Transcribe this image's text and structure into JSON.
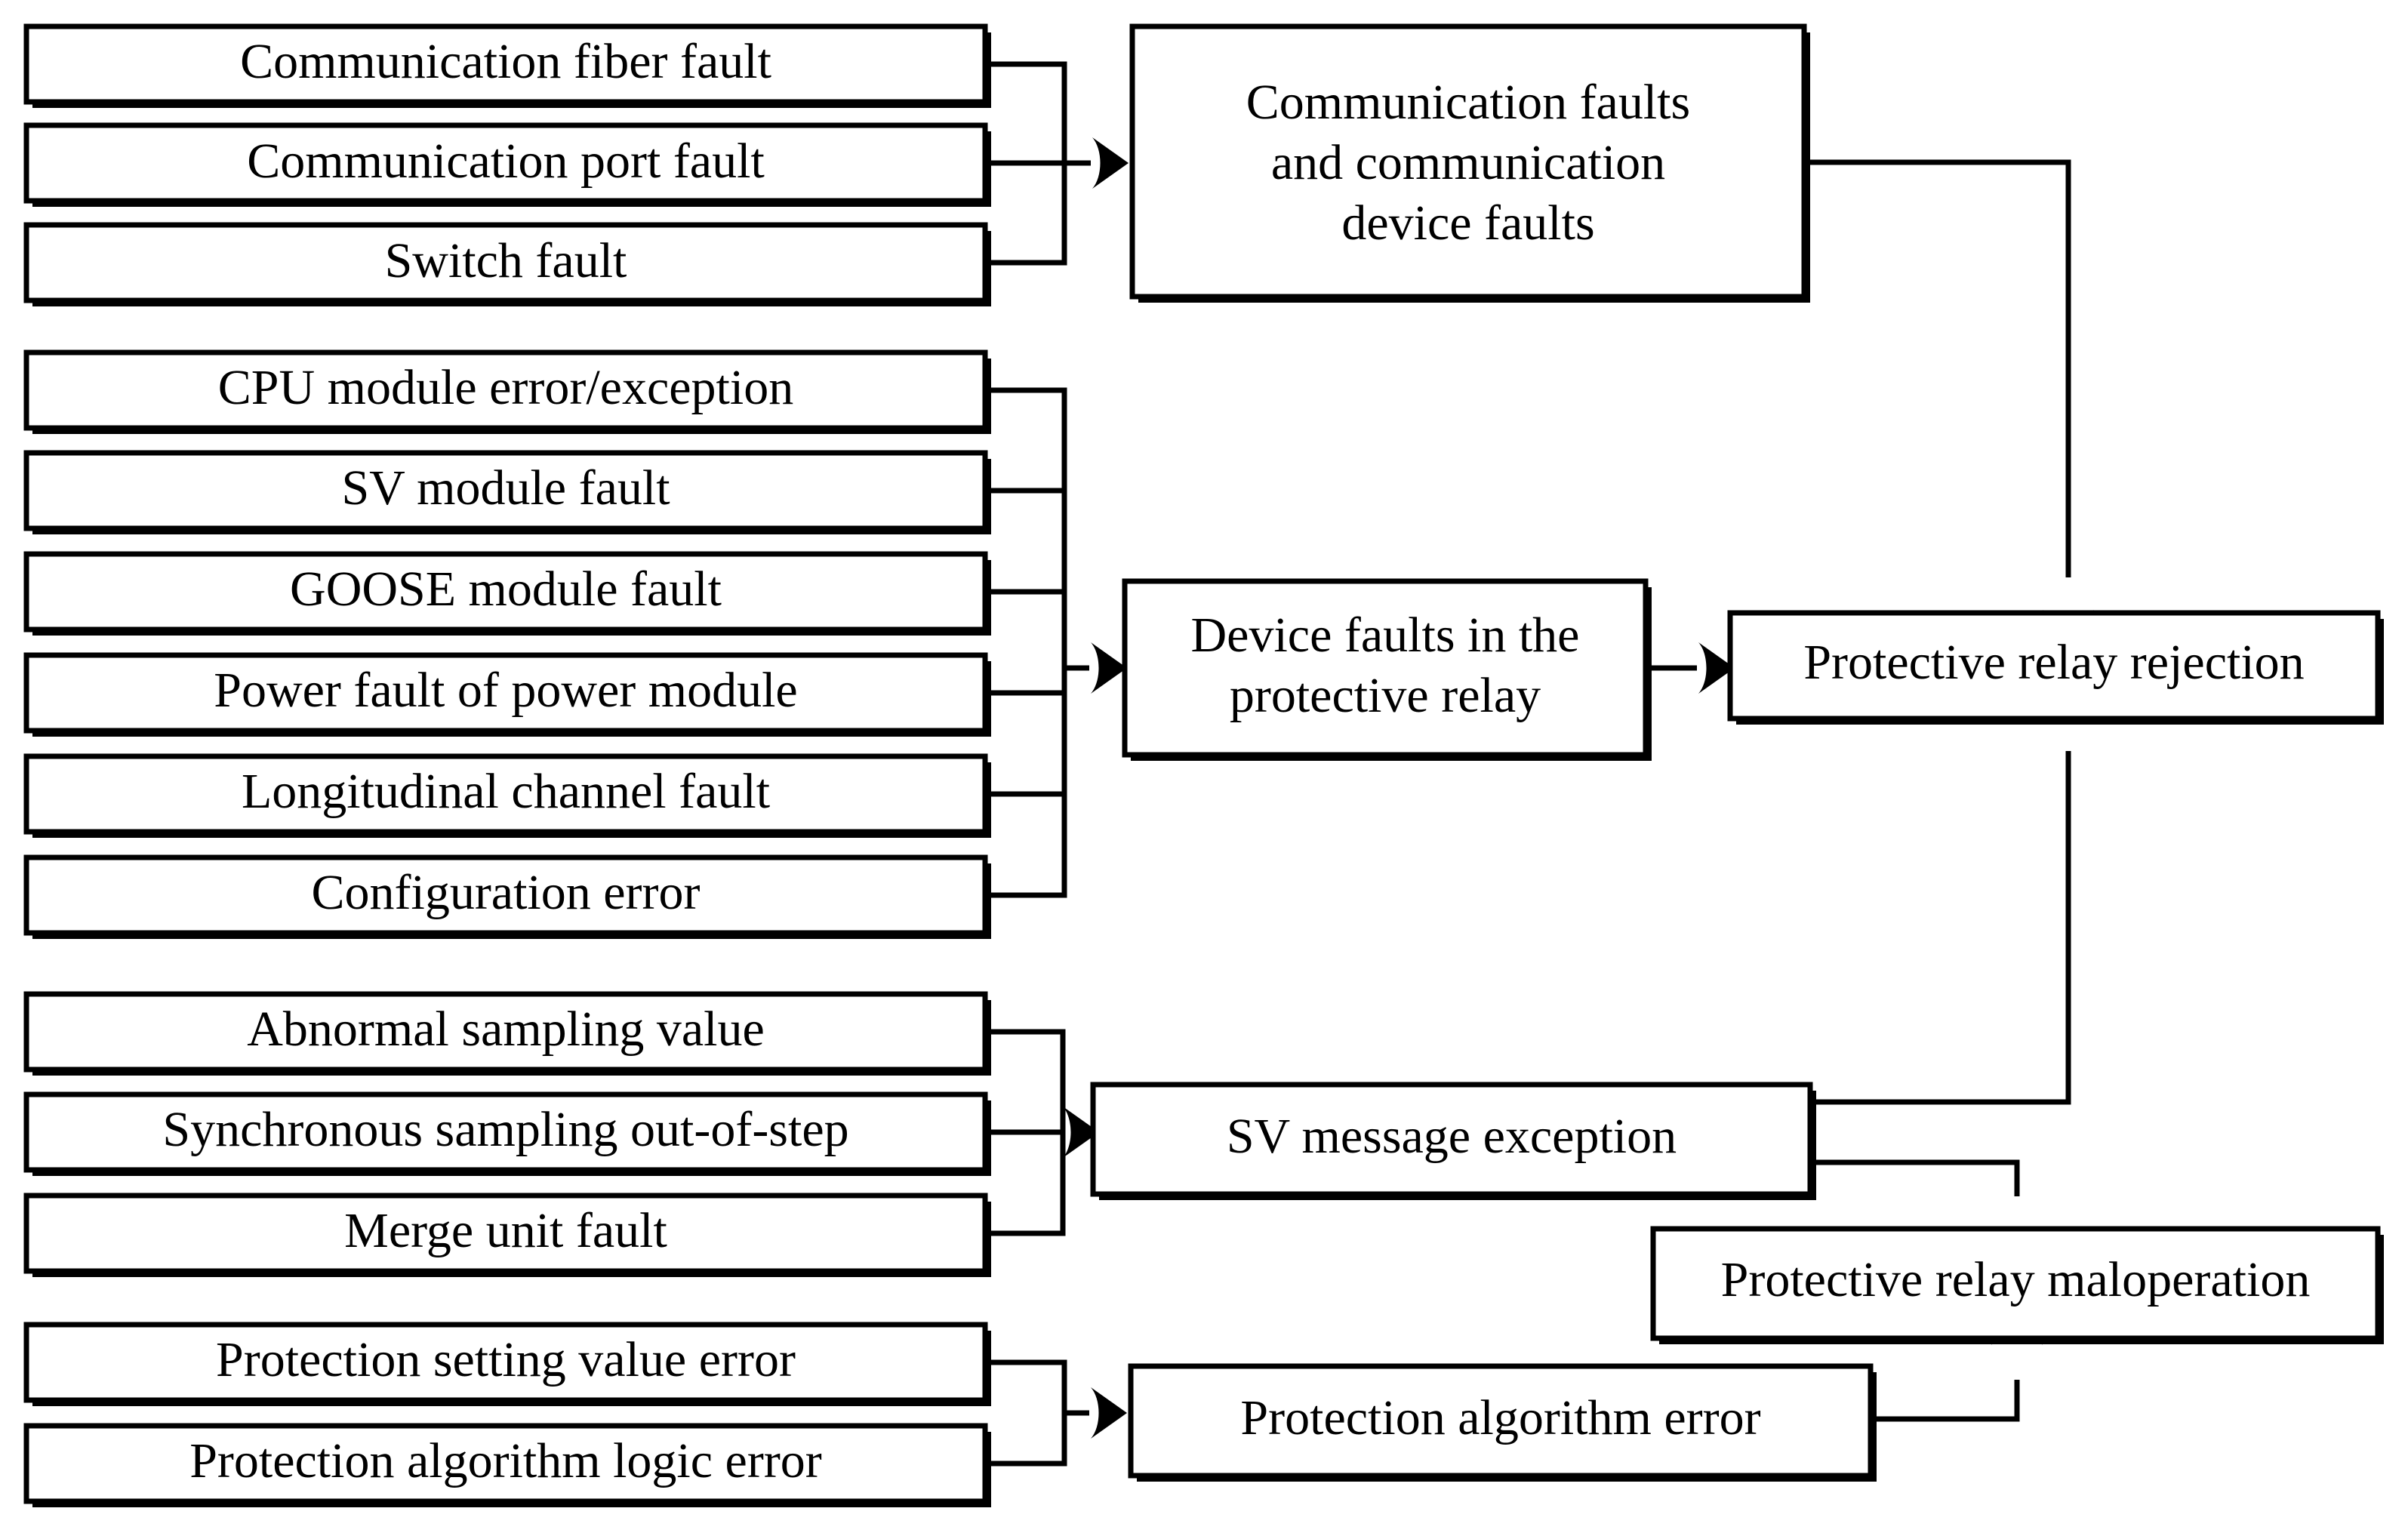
{
  "diagram": {
    "title": "Protective relay fault cause-and-effect flowchart",
    "type": "flowchart",
    "background_color": "#ffffff",
    "line_color": "#000000",
    "box_fill_color": "#ffffff",
    "groups": [
      {
        "id": "group-communication",
        "causes": [
          "Communication fiber fault",
          "Communication port fault",
          "Switch fault"
        ],
        "aggregate": "Communication faults and communication device faults",
        "aggregate_lines": [
          "Communication faults",
          "and communication",
          "device faults"
        ]
      },
      {
        "id": "group-device",
        "causes": [
          "CPU module error/exception",
          "SV module fault",
          "GOOSE module fault",
          "Power fault of power module",
          "Longitudinal channel fault",
          "Configuration error"
        ],
        "aggregate": "Device faults in the protective relay",
        "aggregate_lines": [
          "Device faults in the",
          "protective relay"
        ]
      },
      {
        "id": "group-sv",
        "causes": [
          "Abnormal sampling value",
          "Synchronous sampling out-of-step",
          "Merge unit fault"
        ],
        "aggregate": "SV message exception",
        "aggregate_lines": [
          "SV message exception"
        ]
      },
      {
        "id": "group-algorithm",
        "causes": [
          "Protection setting value error",
          "Protection algorithm logic error"
        ],
        "aggregate": "Protection algorithm error",
        "aggregate_lines": [
          "Protection algorithm error"
        ]
      }
    ],
    "outcomes": [
      {
        "id": "outcome-rejection",
        "label": "Protective relay rejection",
        "sources": [
          "group-communication",
          "group-device",
          "group-sv"
        ]
      },
      {
        "id": "outcome-maloperation",
        "label": "Protective relay maloperation",
        "sources": [
          "group-sv",
          "group-algorithm"
        ]
      }
    ]
  }
}
